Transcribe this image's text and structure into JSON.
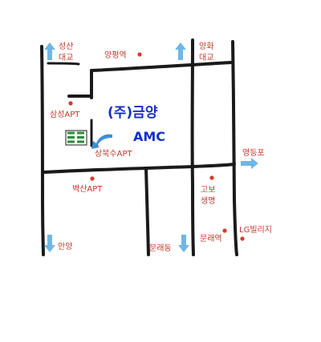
{
  "colors": {
    "road": "#1a1a1a",
    "label": "#c0392b",
    "dot": "#d93a2b",
    "arrow": "#6fb7e6",
    "company": "#1530c8",
    "pointer": "#3b8fd8",
    "building": "#2e8b3a"
  },
  "company": {
    "name": "(주)금양",
    "sub": "AMC",
    "icon": "building-icon"
  },
  "labels": {
    "seongsan_1": "성산",
    "seongsan_2": "대교",
    "yangpyeong": "양평역",
    "yanghwa_1": "양화",
    "yanghwa_2": "대교",
    "samsung_apt": "삼성APT",
    "sangbuksu_apt": "상북수APT",
    "yeongdeungpo": "영등포",
    "byeoksan_apt": "벽산APT",
    "gobo_1": "고보",
    "gobo_2": "생명",
    "lg_villa": "LG빌리지",
    "mullae_station": "문래역",
    "anyang": "안양",
    "mullaedong": "문래동"
  }
}
